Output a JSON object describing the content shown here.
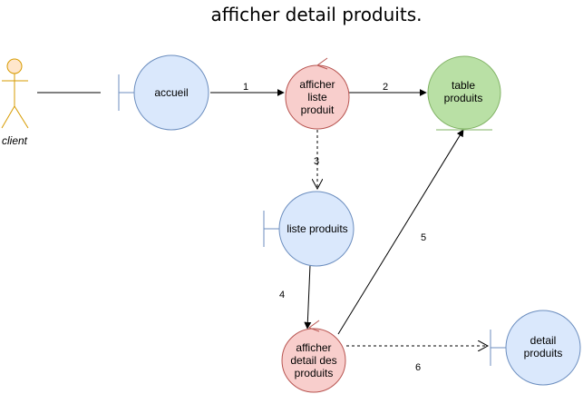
{
  "title": "afficher detail produits.",
  "actor": {
    "label": "client"
  },
  "nodes": {
    "accueil": {
      "label": "accueil",
      "kind": "boundary"
    },
    "afficher_liste_produit": {
      "lines": [
        "afficher",
        "liste",
        "produit"
      ],
      "kind": "control"
    },
    "table_produits": {
      "lines": [
        "table",
        "produits"
      ],
      "kind": "entity"
    },
    "liste_produits": {
      "label": "liste produits",
      "kind": "boundary"
    },
    "afficher_detail_des_produits": {
      "lines": [
        "afficher",
        "detail des",
        "produits"
      ],
      "kind": "control"
    },
    "detail_produits": {
      "lines": [
        "detail",
        "produits"
      ],
      "kind": "boundary"
    }
  },
  "edges": {
    "e1": "1",
    "e2": "2",
    "e3": "3",
    "e4": "4",
    "e5": "5",
    "e6": "6"
  },
  "colors": {
    "boundary_fill": "#dae8fc",
    "boundary_stroke": "#6c8ebf",
    "control_fill": "#f8cecc",
    "control_stroke": "#b85450",
    "entity_fill": "#b9e0a5",
    "entity_stroke": "#82b366",
    "actor_fill": "#ffe6cc",
    "actor_stroke": "#d79b00"
  }
}
